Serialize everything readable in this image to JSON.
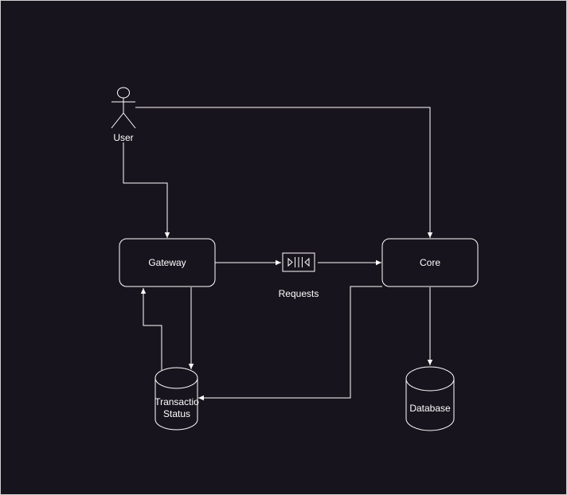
{
  "diagram": {
    "nodes": {
      "user": {
        "label": "User",
        "shape": "actor-icon"
      },
      "gateway": {
        "label": "Gateway",
        "shape": "rounded-rect"
      },
      "requests": {
        "label": "Requests",
        "shape": "queue-icon"
      },
      "core": {
        "label": "Core",
        "shape": "rounded-rect"
      },
      "transaction_status": {
        "label_line1": "Transactio",
        "label_line2": "Status",
        "shape": "cylinder"
      },
      "database": {
        "label": "Database",
        "shape": "cylinder"
      }
    },
    "edges": [
      {
        "from": "User",
        "to": "Gateway"
      },
      {
        "from": "User",
        "to": "Core"
      },
      {
        "from": "Gateway",
        "to": "Requests"
      },
      {
        "from": "Requests",
        "to": "Core"
      },
      {
        "from": "Gateway",
        "to": "Transactio Status"
      },
      {
        "from": "Transactio Status",
        "to": "Gateway"
      },
      {
        "from": "Core",
        "to": "Transactio Status"
      },
      {
        "from": "Core",
        "to": "Database"
      }
    ],
    "colors": {
      "background": "#18141d",
      "stroke": "#ffffff",
      "text": "#ffffff"
    }
  }
}
